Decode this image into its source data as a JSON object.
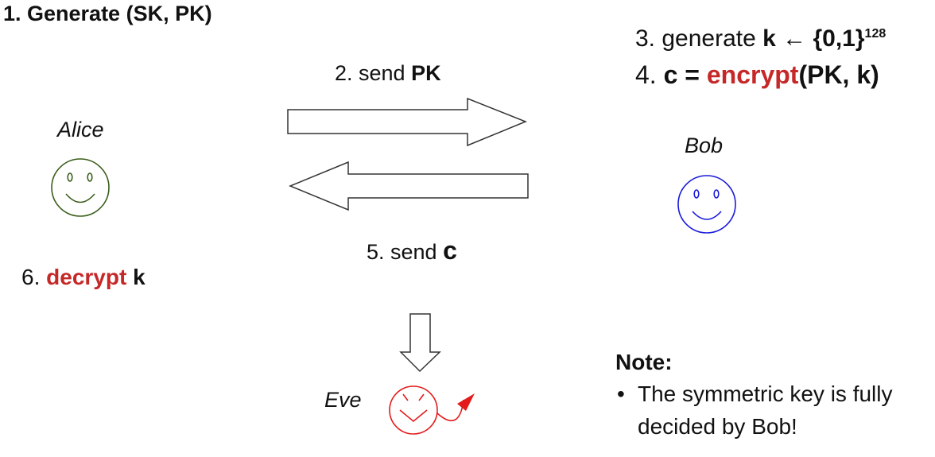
{
  "step1": {
    "prefix": "1. Generate (SK, PK)"
  },
  "step2": {
    "prefix": "2. send ",
    "bold": "PK"
  },
  "step3": {
    "prefix": "3. generate ",
    "k": "k",
    "arrow": " ← {0,1}",
    "sup": "128"
  },
  "step4": {
    "prefix": "4. ",
    "c": "c = ",
    "fn": "encrypt",
    "args": "(PK, k)"
  },
  "step5": {
    "prefix": "5. send ",
    "bold": "c"
  },
  "step6": {
    "prefix": "6. ",
    "fn": "decrypt",
    "k": " k"
  },
  "alice": {
    "label": "Alice"
  },
  "bob": {
    "label": "Bob"
  },
  "eve": {
    "label": "Eve"
  },
  "note": {
    "heading": "Note:",
    "bullet_line1": "The symmetric key is fully",
    "bullet_line2": "decided by Bob!"
  },
  "colors": {
    "alice": "#3b5e1a",
    "bob": "#1a1adb",
    "eve": "#e31b1b",
    "red_text": "#c62828"
  }
}
